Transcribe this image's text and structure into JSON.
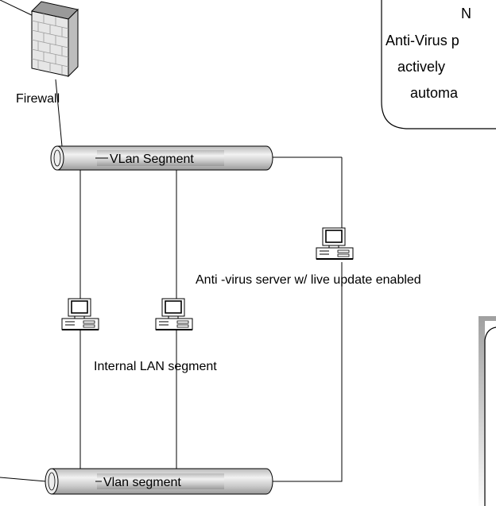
{
  "labels": {
    "firewall": "Firewall",
    "vlan_top": "VLan Segment",
    "vlan_bottom": "Vlan segment",
    "av_server": "Anti -virus server w/ live update enabled",
    "internal_lan": "Internal LAN segment"
  },
  "note": {
    "line1": "N",
    "line2": "Anti-Virus p",
    "line3": "actively",
    "line4": "automa"
  },
  "colors": {
    "pipe_fill": "#c8c8c8",
    "pipe_highlight": "#f2f2f2",
    "brick": "#e6e6e6",
    "firewall_top": "#8a8a8a",
    "line": "#000000"
  },
  "icons": {
    "firewall": "brick-wall-icon",
    "computer": "desktop-computer-icon"
  }
}
